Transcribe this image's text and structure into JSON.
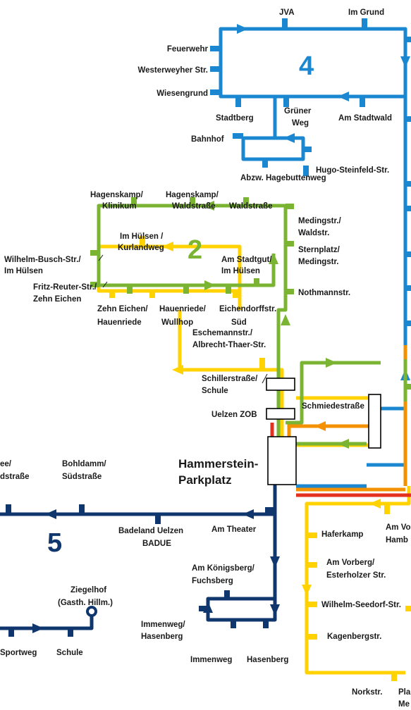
{
  "lines": [
    {
      "number": "4",
      "color": "#1b87d0"
    },
    {
      "number": "2",
      "color": "#7ab432"
    },
    {
      "number": "5",
      "color": "#10366e"
    }
  ],
  "colors": {
    "yellow": "#ffd200",
    "orange": "#f39100",
    "red": "#e3301f"
  },
  "main_hub": {
    "line1": "Hammerstein-",
    "line2": "Parkplatz"
  },
  "stops": {
    "jva": "JVA",
    "im_grund": "Im Grund",
    "feuerwehr": "Feuerwehr",
    "westerweyher": "Westerweyher Str.",
    "wiesengrund": "Wiesengrund",
    "stadtberg": "Stadtberg",
    "gruener_weg_1": "Grüner",
    "gruener_weg_2": "Weg",
    "am_stadtwald": "Am Stadtwald",
    "bahnhof": "Bahnhof",
    "hugo_steinfeld": "Hugo-Steinfeld-Str.",
    "hagebuttenweg": "Abzw. Hagebuttenweg",
    "hagenskamp_klinikum_1": "Hagenskamp/",
    "hagenskamp_klinikum_2": "Klinikum",
    "hagenskamp_waldstr_1": "Hagenskamp/",
    "hagenskamp_waldstr_2": "Waldstraße",
    "waldstrasse": "Waldstraße",
    "medingstr_1": "Medingstr./",
    "medingstr_2": "Waldstr.",
    "im_huelsen_1": "Im Hülsen /",
    "im_huelsen_2": "Kurlandweg",
    "wilhelm_busch_1": "Wilhelm-Busch-Str./",
    "wilhelm_busch_2": "Im Hülsen",
    "am_stadtgut_1": "Am Stadtgut/",
    "am_stadtgut_2": "Im Hülsen",
    "sternplatz_1": "Sternplatz/",
    "sternplatz_2": "Medingstr.",
    "fritz_reuter_1": "Fritz-Reuter-Str./",
    "fritz_reuter_2": "Zehn Eichen",
    "nothmannstr": "Nothmannstr.",
    "zehn_eichen_1": "Zehn Eichen/",
    "zehn_eichen_2": "Hauenriede",
    "hauenriede_1": "Hauenriede/",
    "hauenriede_2": "Wullhop",
    "eichendorff_1": "Eichendorffstr.",
    "eichendorff_2": "Süd",
    "eschemann_1": "Eschemannstr./",
    "eschemann_2": "Albrecht-Thaer-Str.",
    "schillerstr_1": "Schillerstraße/",
    "schillerstr_2": "Schule",
    "uelzen_zob": "Uelzen ZOB",
    "schmiedestrasse": "Schmiedestraße",
    "ee_frag": "ee/",
    "dstrasse_frag": "dstraße",
    "bohldamm_1": "Bohldamm/",
    "bohldamm_2": "Südstraße",
    "badeland_1": "Badeland Uelzen",
    "badeland_2": "BADUE",
    "am_theater": "Am Theater",
    "haferkamp": "Haferkamp",
    "am_v_1": "Am Vo",
    "am_v_2": "Hamb",
    "koenigsberg_1": "Am Königsberg/",
    "koenigsberg_2": "Fuchsberg",
    "am_vorberg_1": "Am Vorberg/",
    "am_vorberg_2": "Esterholzer Str.",
    "ziegelhof_1": "Ziegelhof",
    "ziegelhof_2": "(Gasth. Hillm.)",
    "wilhelm_seedorf": "Wilhelm-Seedorf-Str.",
    "immenweg_1": "Immenweg/",
    "immenweg_2": "Hasenberg",
    "kagenbergstr": "Kagenbergstr.",
    "sportweg": "Sportweg",
    "schule": "Schule",
    "immenweg": "Immenweg",
    "hasenberg": "Hasenberg",
    "norkstr": "Norkstr.",
    "pla_1": "Pla",
    "pla_2": "Me"
  }
}
